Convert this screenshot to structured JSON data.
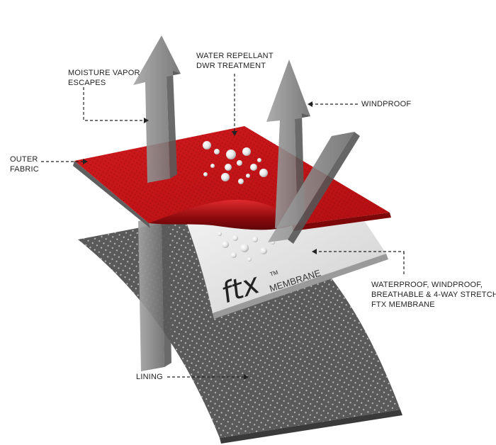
{
  "labels": {
    "moisture_vapor": [
      "MOISTURE VAPOR",
      "ESCAPES"
    ],
    "water_repellant": [
      "WATER REPELLANT",
      "DWR TREATMENT"
    ],
    "windproof": "WINDPROOF",
    "outer_fabric": [
      "OUTER",
      "FABRIC"
    ],
    "membrane_desc": [
      "WATERPROOF, WINDPROOF,",
      "BREATHABLE & 4-WAY STRETCH",
      "FTX MEMBRANE"
    ],
    "lining": "LINING"
  },
  "brand": {
    "logo": "ftx",
    "trademark": "TM",
    "membrane_word": "MEMBRANE"
  },
  "colors": {
    "outer_fabric": "#c41418",
    "membrane": "#ececec",
    "lining": "#5a5a5a",
    "arrow": "#8a8a8a",
    "leader": "#222222"
  }
}
